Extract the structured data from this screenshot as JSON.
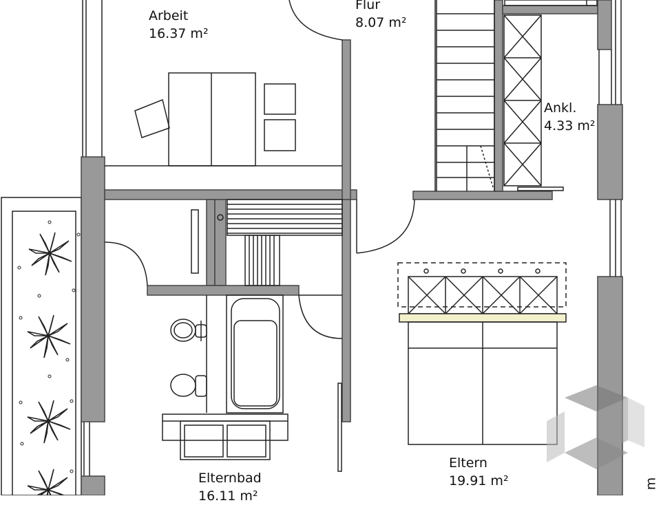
{
  "rooms": [
    {
      "name": "Arbeit",
      "area": "16.37 m²"
    },
    {
      "name": "Flur",
      "area": "8.07 m²"
    },
    {
      "name": "Ankl.",
      "area": "4.33 m²"
    },
    {
      "name": "Elternbad",
      "area": "16.11 m²"
    },
    {
      "name": "Eltern",
      "area": "19.91 m²"
    }
  ],
  "edge_text": "m",
  "colors": {
    "wall": "#999999",
    "wall_stroke": "#444444",
    "line": "#222222",
    "bed_headboard": "#f3f0cc",
    "watermark": "#8a8a8a"
  },
  "icons": [
    "plant-icon",
    "watermark-logo-icon"
  ]
}
